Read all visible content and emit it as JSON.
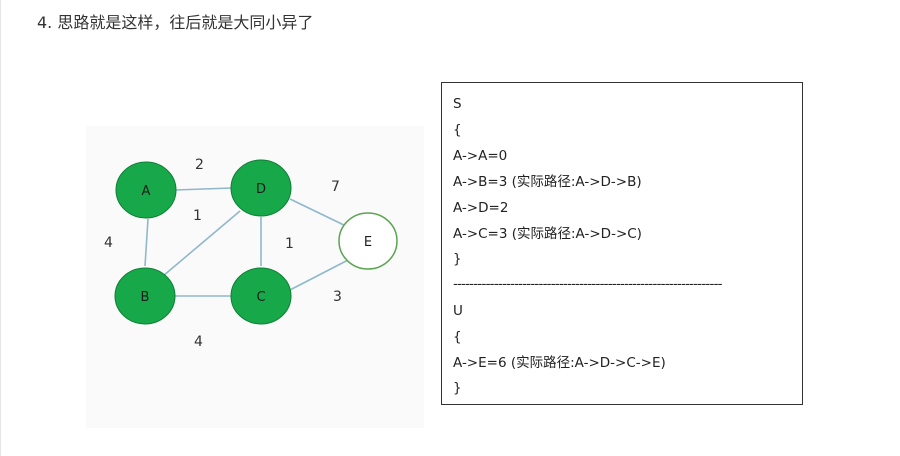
{
  "heading": "4. 思路就是这样，往后就是大同小异了",
  "graph": {
    "nodes": [
      {
        "id": "A",
        "label": "A",
        "filled": true
      },
      {
        "id": "D",
        "label": "D",
        "filled": true
      },
      {
        "id": "B",
        "label": "B",
        "filled": true
      },
      {
        "id": "C",
        "label": "C",
        "filled": true
      },
      {
        "id": "E",
        "label": "E",
        "filled": false
      }
    ],
    "edges": [
      {
        "from": "A",
        "to": "D",
        "weight": "2"
      },
      {
        "from": "A",
        "to": "B",
        "weight": "4"
      },
      {
        "from": "D",
        "to": "B",
        "weight": "1"
      },
      {
        "from": "D",
        "to": "C",
        "weight": "1"
      },
      {
        "from": "D",
        "to": "E",
        "weight": "7"
      },
      {
        "from": "B",
        "to": "C",
        "weight": "4"
      },
      {
        "from": "C",
        "to": "E",
        "weight": "3"
      }
    ]
  },
  "box": {
    "lines": [
      "S",
      "{",
      "A->A=0",
      "A->B=3 (实际路径:A->D->B)",
      "A->D=2",
      "A->C=3 (实际路径:A->D->C)",
      "}",
      "------------------------------------------------------------------",
      "U",
      "{",
      "A->E=6 (实际路径:A->D->C->E)",
      "}"
    ]
  },
  "colors": {
    "node_fill": "#17a84a",
    "node_outline": "#5aa54f",
    "edge": "#8fb8cc"
  }
}
